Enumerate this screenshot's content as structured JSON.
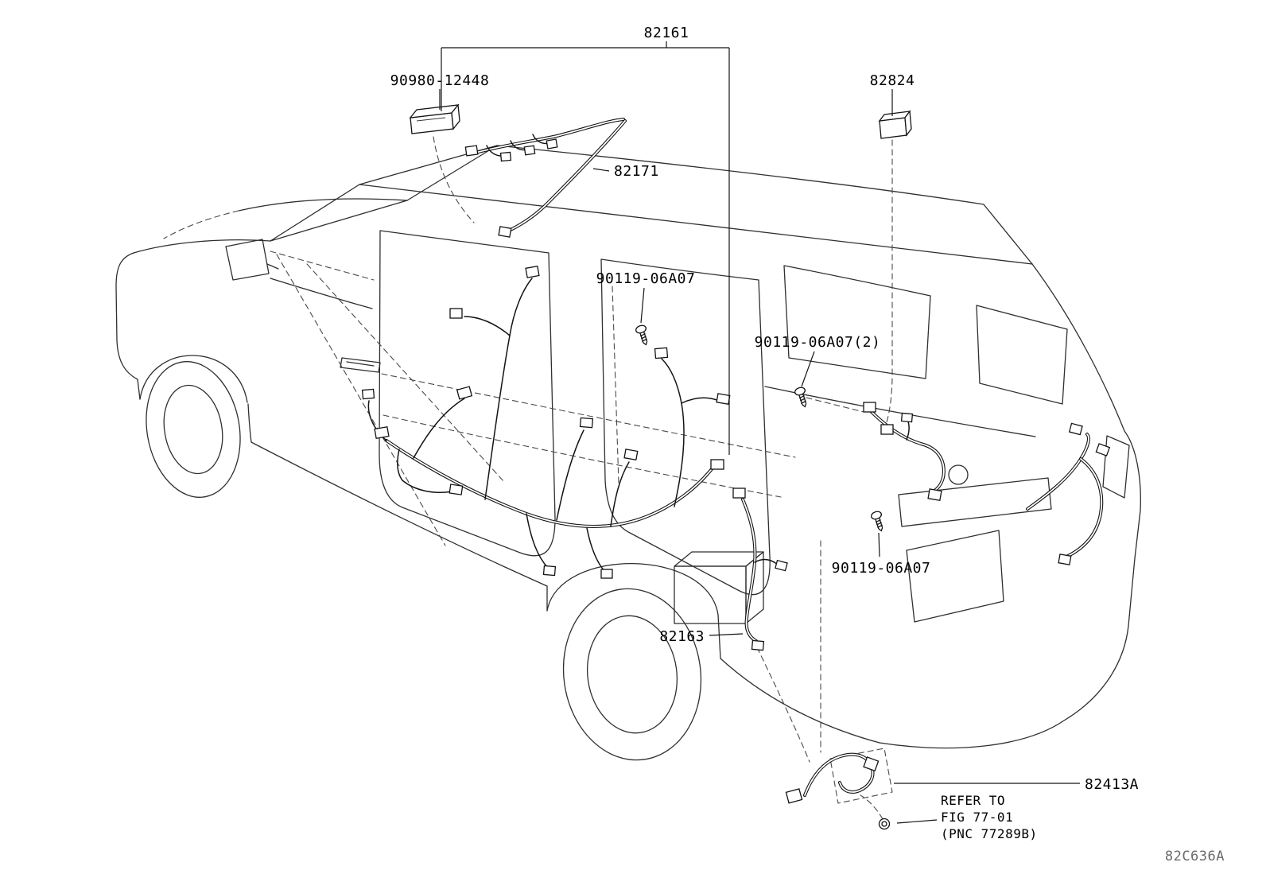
{
  "figure": {
    "code": "82C636A"
  },
  "labels": {
    "floor_wire": "82161",
    "clamp": "90980-12448",
    "connector": "82824",
    "roof_wire": "82171",
    "bolt_front": "90119-06A07",
    "bolt_quarter": "90119-06A07(2)",
    "bolt_rear": "90119-06A07",
    "floor_wire_no3": "82163",
    "back_door_wire": "82413A"
  },
  "note": {
    "line1": "REFER TO",
    "line2": "FIG 77-01",
    "line3": "(PNC 77289B)"
  }
}
